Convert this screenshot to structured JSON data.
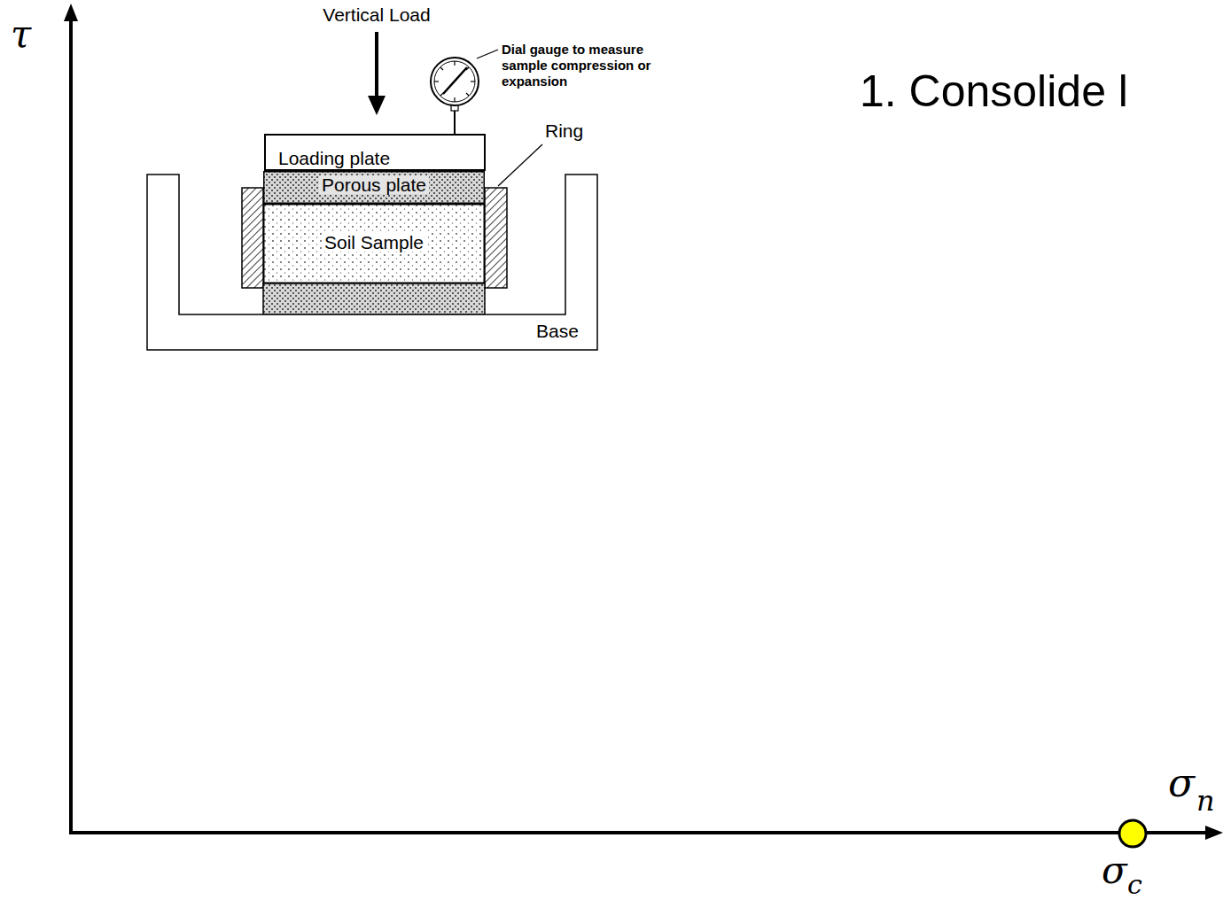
{
  "diagram": {
    "nodes": [
      {
        "text": [
          "Loading plate"
        ]
      },
      {
        "text": [
          "Porous plate"
        ]
      },
      {
        "text": [
          "Soil Sample"
        ]
      },
      {
        "text": [
          "Base"
        ]
      }
    ],
    "labels": [
      "Vertical Load",
      "Dial gauge to measure sample compression or expansion",
      "Ring",
      "1. Consolide l",
      "τ",
      "σ",
      "n",
      "σ",
      "c"
    ]
  }
}
